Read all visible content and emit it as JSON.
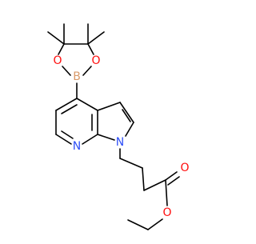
{
  "molecule": {
    "atom_labels": {
      "boron": "B",
      "ring_oxygen_left": "O",
      "ring_oxygen_right": "O",
      "pyrrole_nitrogen": "N",
      "pyridine_nitrogen": "N",
      "ester_carbonyl_oxygen": "O",
      "ester_ether_oxygen": "O"
    },
    "colors": {
      "bond": "#000000",
      "boron": "#d99a6a",
      "oxygen": "#ff0d0d",
      "nitrogen": "#2f50f8"
    }
  }
}
